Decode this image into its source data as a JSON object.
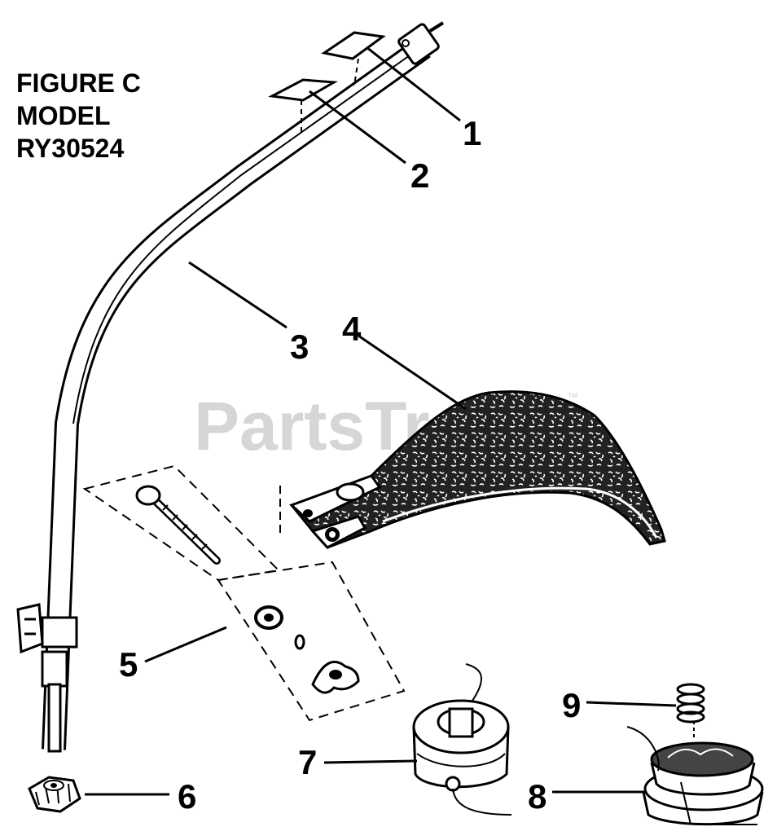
{
  "figure": {
    "line1": "FIGURE C",
    "line2": "MODEL",
    "line3": "RY30524"
  },
  "watermark": {
    "text": "PartsTree",
    "tm": "™"
  },
  "callouts": [
    "1",
    "2",
    "3",
    "4",
    "5",
    "6",
    "7",
    "8",
    "9"
  ]
}
